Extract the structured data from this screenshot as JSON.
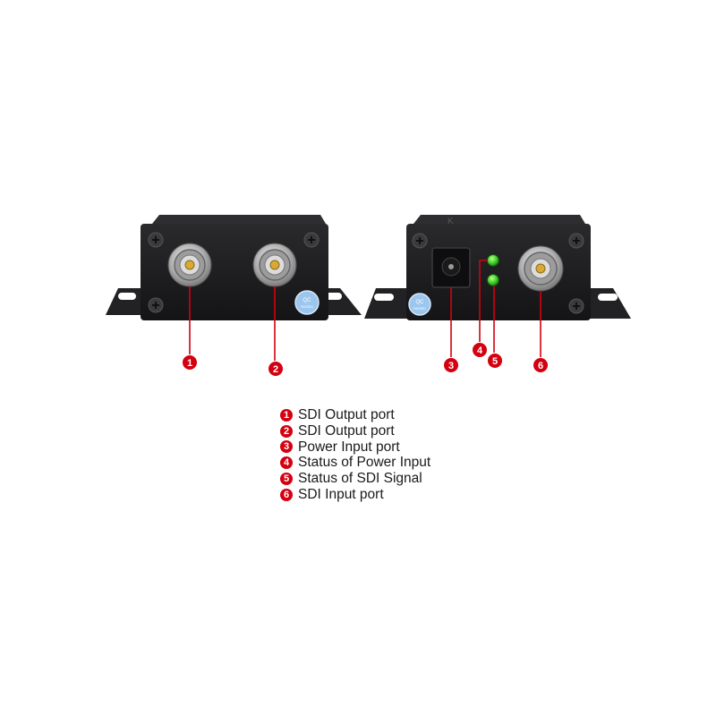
{
  "qc_sticker": {
    "line1": "QC",
    "line2": "PASSED"
  },
  "device_brand_text": "K",
  "callouts": [
    {
      "number": "1",
      "target": "sdi-output-port-1"
    },
    {
      "number": "2",
      "target": "sdi-output-port-2"
    },
    {
      "number": "3",
      "target": "power-input-jack"
    },
    {
      "number": "4",
      "target": "power-status-led"
    },
    {
      "number": "5",
      "target": "sdi-signal-led"
    },
    {
      "number": "6",
      "target": "sdi-input-port"
    }
  ],
  "legend": [
    {
      "number": "1",
      "label": "SDI Output port"
    },
    {
      "number": "2",
      "label": "SDI Output port"
    },
    {
      "number": "3",
      "label": "Power Input port"
    },
    {
      "number": "4",
      "label": "Status of Power Input"
    },
    {
      "number": "5",
      "label": "Status of SDI Signal"
    },
    {
      "number": "6",
      "label": "SDI Input port"
    }
  ],
  "colors": {
    "callout_red": "#d40010",
    "enclosure": "#1b1b1d",
    "led_green": "#3fcf2a",
    "connector_metal": "#c9c9c9",
    "qc_blue": "#9bc6ee"
  }
}
